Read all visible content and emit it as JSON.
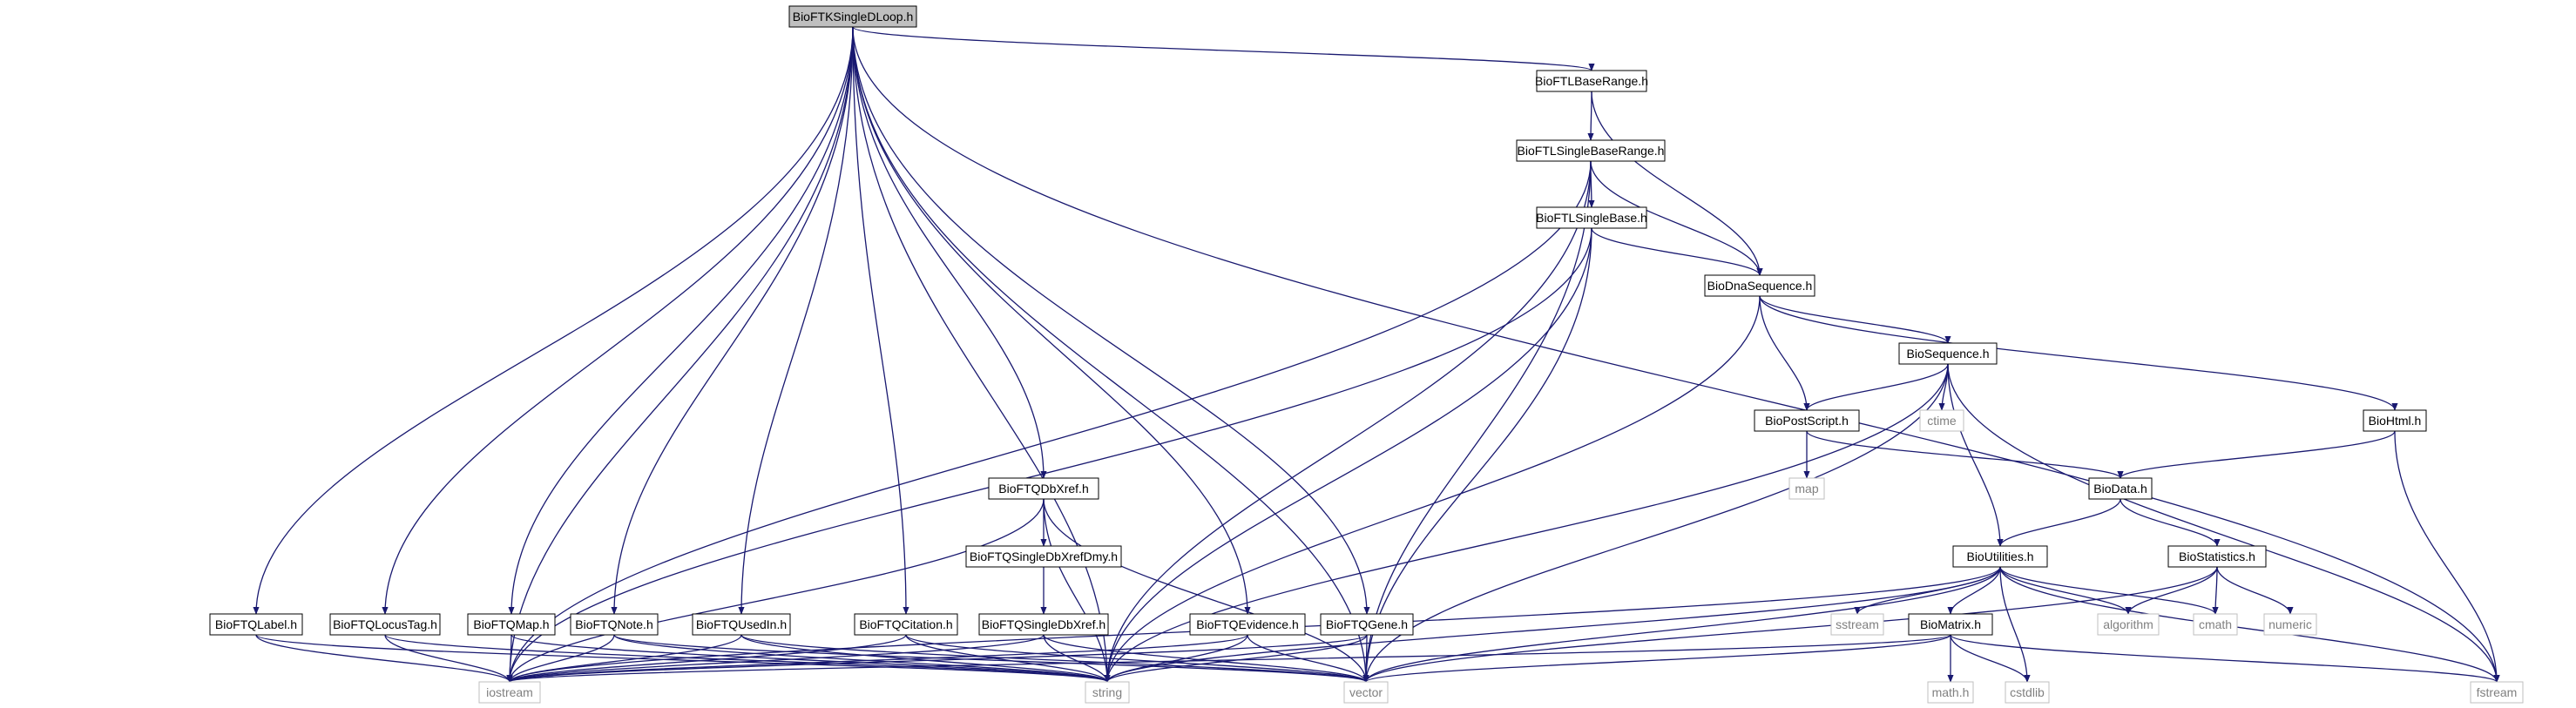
{
  "colors": {
    "edge": "#191970",
    "node_border": "#000000",
    "system_border": "#bfbfbf",
    "system_text": "#808080",
    "root_fill": "#bfbfbf",
    "node_fill": "#ffffff"
  },
  "nodes": [
    {
      "id": "root",
      "label": "BioFTKSingleDLoop.h",
      "kind": "root"
    },
    {
      "id": "baserange",
      "label": "BioFTLBaseRange.h",
      "kind": "file"
    },
    {
      "id": "singlebaserange",
      "label": "BioFTLSingleBaseRange.h",
      "kind": "file"
    },
    {
      "id": "singlebase",
      "label": "BioFTLSingleBase.h",
      "kind": "file"
    },
    {
      "id": "dnaseq",
      "label": "BioDnaSequence.h",
      "kind": "file"
    },
    {
      "id": "sequence",
      "label": "BioSequence.h",
      "kind": "file"
    },
    {
      "id": "ctime",
      "label": "ctime",
      "kind": "system"
    },
    {
      "id": "postscript",
      "label": "BioPostScript.h",
      "kind": "file"
    },
    {
      "id": "map",
      "label": "map",
      "kind": "system"
    },
    {
      "id": "html",
      "label": "BioHtml.h",
      "kind": "file"
    },
    {
      "id": "data",
      "label": "BioData.h",
      "kind": "file"
    },
    {
      "id": "utilities",
      "label": "BioUtilities.h",
      "kind": "file"
    },
    {
      "id": "statistics",
      "label": "BioStatistics.h",
      "kind": "file"
    },
    {
      "id": "dbxref",
      "label": "BioFTQDbXref.h",
      "kind": "file"
    },
    {
      "id": "singledbxrefdmy",
      "label": "BioFTQSingleDbXrefDmy.h",
      "kind": "file"
    },
    {
      "id": "singledbxref",
      "label": "BioFTQSingleDbXref.h",
      "kind": "file"
    },
    {
      "id": "label",
      "label": "BioFTQLabel.h",
      "kind": "file"
    },
    {
      "id": "locustag",
      "label": "BioFTQLocusTag.h",
      "kind": "file"
    },
    {
      "id": "qmap",
      "label": "BioFTQMap.h",
      "kind": "file"
    },
    {
      "id": "note",
      "label": "BioFTQNote.h",
      "kind": "file"
    },
    {
      "id": "usedin",
      "label": "BioFTQUsedIn.h",
      "kind": "file"
    },
    {
      "id": "citation",
      "label": "BioFTQCitation.h",
      "kind": "file"
    },
    {
      "id": "evidence",
      "label": "BioFTQEvidence.h",
      "kind": "file"
    },
    {
      "id": "gene",
      "label": "BioFTQGene.h",
      "kind": "file"
    },
    {
      "id": "matrix",
      "label": "BioMatrix.h",
      "kind": "file"
    },
    {
      "id": "sstream",
      "label": "sstream",
      "kind": "system"
    },
    {
      "id": "algorithm",
      "label": "algorithm",
      "kind": "system"
    },
    {
      "id": "cmath",
      "label": "cmath",
      "kind": "system"
    },
    {
      "id": "numeric",
      "label": "numeric",
      "kind": "system"
    },
    {
      "id": "iostream",
      "label": "iostream",
      "kind": "system"
    },
    {
      "id": "string",
      "label": "string",
      "kind": "system"
    },
    {
      "id": "vector",
      "label": "vector",
      "kind": "system"
    },
    {
      "id": "mathh",
      "label": "math.h",
      "kind": "system"
    },
    {
      "id": "cstdlib",
      "label": "cstdlib",
      "kind": "system"
    },
    {
      "id": "fstream",
      "label": "fstream",
      "kind": "system"
    }
  ],
  "edges": [
    [
      "root",
      "iostream"
    ],
    [
      "root",
      "string"
    ],
    [
      "root",
      "vector"
    ],
    [
      "root",
      "fstream"
    ],
    [
      "root",
      "label"
    ],
    [
      "root",
      "locustag"
    ],
    [
      "root",
      "qmap"
    ],
    [
      "root",
      "note"
    ],
    [
      "root",
      "usedin"
    ],
    [
      "root",
      "citation"
    ],
    [
      "root",
      "dbxref"
    ],
    [
      "root",
      "evidence"
    ],
    [
      "root",
      "gene"
    ],
    [
      "root",
      "baserange"
    ],
    [
      "baserange",
      "singlebaserange"
    ],
    [
      "baserange",
      "dnaseq"
    ],
    [
      "singlebaserange",
      "singlebase"
    ],
    [
      "singlebaserange",
      "dnaseq"
    ],
    [
      "singlebaserange",
      "iostream"
    ],
    [
      "singlebaserange",
      "string"
    ],
    [
      "singlebaserange",
      "vector"
    ],
    [
      "singlebase",
      "dnaseq"
    ],
    [
      "singlebase",
      "iostream"
    ],
    [
      "singlebase",
      "string"
    ],
    [
      "singlebase",
      "vector"
    ],
    [
      "dnaseq",
      "sequence"
    ],
    [
      "dnaseq",
      "postscript"
    ],
    [
      "dnaseq",
      "html"
    ],
    [
      "dnaseq",
      "string"
    ],
    [
      "sequence",
      "postscript"
    ],
    [
      "sequence",
      "ctime"
    ],
    [
      "sequence",
      "utilities"
    ],
    [
      "sequence",
      "string"
    ],
    [
      "sequence",
      "vector"
    ],
    [
      "sequence",
      "fstream"
    ],
    [
      "postscript",
      "map"
    ],
    [
      "postscript",
      "data"
    ],
    [
      "html",
      "data"
    ],
    [
      "html",
      "fstream"
    ],
    [
      "data",
      "utilities"
    ],
    [
      "data",
      "statistics"
    ],
    [
      "statistics",
      "algorithm"
    ],
    [
      "statistics",
      "cmath"
    ],
    [
      "statistics",
      "numeric"
    ],
    [
      "statistics",
      "vector"
    ],
    [
      "utilities",
      "iostream"
    ],
    [
      "utilities",
      "string"
    ],
    [
      "utilities",
      "vector"
    ],
    [
      "utilities",
      "sstream"
    ],
    [
      "utilities",
      "matrix"
    ],
    [
      "utilities",
      "algorithm"
    ],
    [
      "utilities",
      "cmath"
    ],
    [
      "utilities",
      "cstdlib"
    ],
    [
      "utilities",
      "fstream"
    ],
    [
      "matrix",
      "iostream"
    ],
    [
      "matrix",
      "vector"
    ],
    [
      "matrix",
      "mathh"
    ],
    [
      "matrix",
      "cstdlib"
    ],
    [
      "matrix",
      "fstream"
    ],
    [
      "dbxref",
      "singledbxrefdmy"
    ],
    [
      "dbxref",
      "iostream"
    ],
    [
      "dbxref",
      "string"
    ],
    [
      "dbxref",
      "vector"
    ],
    [
      "singledbxrefdmy",
      "singledbxref"
    ],
    [
      "singledbxref",
      "iostream"
    ],
    [
      "singledbxref",
      "string"
    ],
    [
      "singledbxref",
      "vector"
    ],
    [
      "label",
      "iostream"
    ],
    [
      "label",
      "string"
    ],
    [
      "locustag",
      "iostream"
    ],
    [
      "locustag",
      "string"
    ],
    [
      "qmap",
      "iostream"
    ],
    [
      "qmap",
      "string"
    ],
    [
      "note",
      "iostream"
    ],
    [
      "note",
      "string"
    ],
    [
      "note",
      "vector"
    ],
    [
      "usedin",
      "iostream"
    ],
    [
      "usedin",
      "string"
    ],
    [
      "usedin",
      "vector"
    ],
    [
      "citation",
      "iostream"
    ],
    [
      "citation",
      "string"
    ],
    [
      "citation",
      "vector"
    ],
    [
      "evidence",
      "iostream"
    ],
    [
      "evidence",
      "string"
    ],
    [
      "evidence",
      "vector"
    ],
    [
      "gene",
      "iostream"
    ],
    [
      "gene",
      "string"
    ],
    [
      "gene",
      "vector"
    ]
  ]
}
